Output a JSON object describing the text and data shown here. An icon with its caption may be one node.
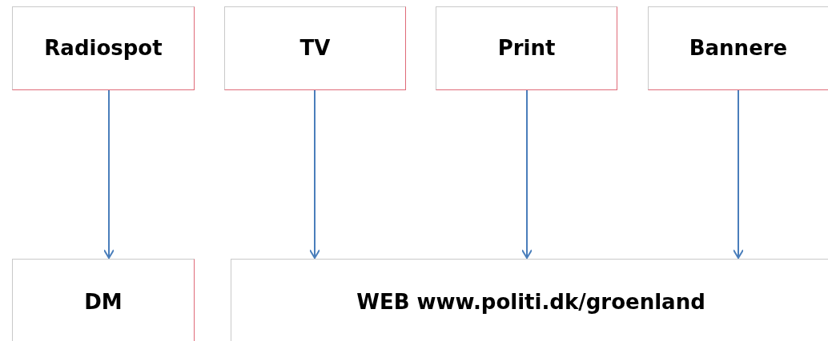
{
  "diagram": {
    "nodes": [
      {
        "text": [
          "Radiospot"
        ]
      },
      {
        "text": [
          "TV"
        ]
      },
      {
        "text": [
          "Print"
        ]
      },
      {
        "text": [
          "Bannere"
        ]
      },
      {
        "text": [
          "DM"
        ]
      },
      {
        "text": [
          "WEB www.politi.dk/groenland"
        ]
      }
    ],
    "edges": [
      {
        "from": 0,
        "to": 4,
        "arrow": "to"
      },
      {
        "from": 1,
        "to": 5,
        "arrow": "to"
      },
      {
        "from": 2,
        "to": 5,
        "arrow": "to"
      },
      {
        "from": 3,
        "to": 5,
        "arrow": "to"
      }
    ]
  }
}
